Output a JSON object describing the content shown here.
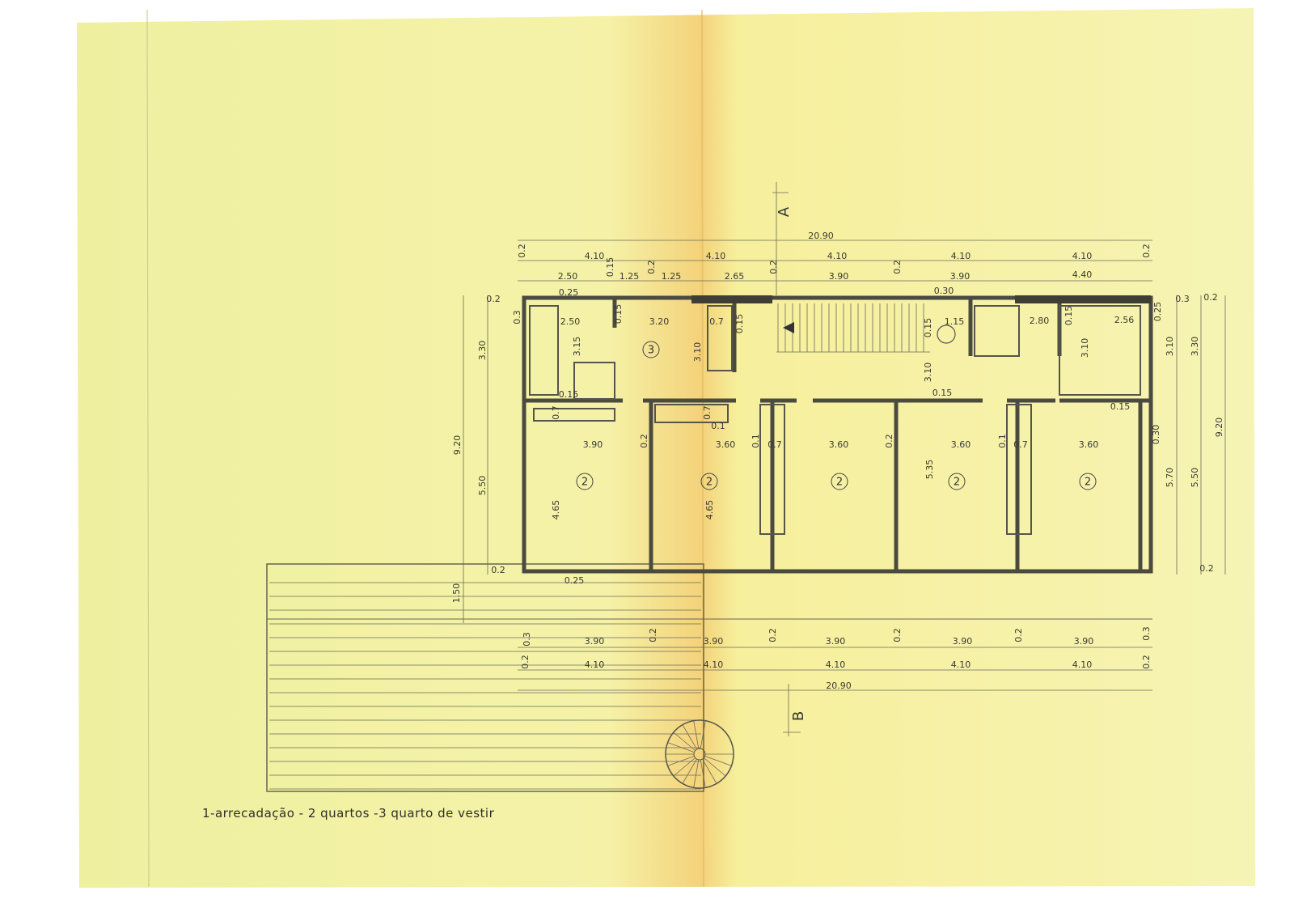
{
  "drawing": {
    "legend": "1-arrecadação - 2 quartos -3 quarto de vestir",
    "section_marks": [
      "A",
      "B"
    ],
    "room_numbers": [
      "3",
      "2",
      "2",
      "2",
      "2",
      "2"
    ],
    "dimensions": [
      "20.90",
      "4.10",
      "4.10",
      "4.10",
      "4.10",
      "4.10",
      "0.2",
      "0.2",
      "2.50",
      "0.15",
      "1.25",
      "0.2",
      "1.25",
      "2.65",
      "0.2",
      "3.90",
      "0.2",
      "3.90",
      "4.40",
      "0.25",
      "0.30",
      "0.2",
      "0.3",
      "2.50",
      "0.15",
      "3.20",
      "0.7",
      "0.15",
      "3.15",
      "3.10",
      "0.15",
      "1.15",
      "2.80",
      "0.15",
      "2.56",
      "0.25",
      "0.3",
      "0.2",
      "3.10",
      "3.30",
      "3.30",
      "3.10",
      "3.10",
      "0.15",
      "0.15",
      "0.15",
      "0.7",
      "0.7",
      "0.1",
      "9.20",
      "3.90",
      "0.2",
      "3.60",
      "0.1",
      "0.7",
      "3.60",
      "0.2",
      "3.60",
      "0.1",
      "0.7",
      "3.60",
      "0.30",
      "9.20",
      "5.50",
      "5.35",
      "5.70",
      "5.50",
      "4.65",
      "4.65",
      "0.2",
      "0.2",
      "0.25",
      "1.50",
      "0.3",
      "3.90",
      "0.2",
      "3.90",
      "0.2",
      "3.90",
      "0.2",
      "3.90",
      "0.2",
      "3.90",
      "0.3",
      "0.2",
      "4.10",
      "4.10",
      "4.10",
      "4.10",
      "4.10",
      "0.2",
      "20.90"
    ],
    "colors": {
      "paper": "#f4f1a4",
      "fold": "#f0c860",
      "ink": "#4a4a40"
    }
  }
}
